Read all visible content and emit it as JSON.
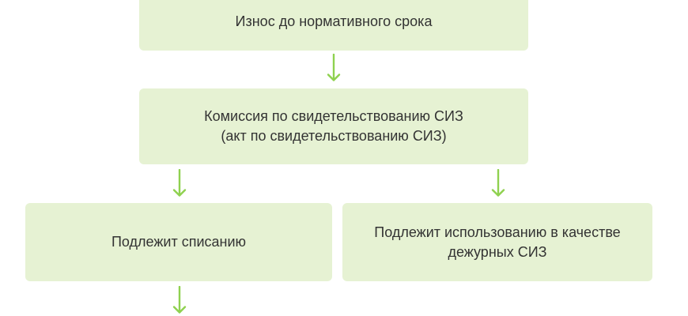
{
  "diagram": {
    "type": "flowchart",
    "language": "ru",
    "colors": {
      "node_fill": "#e6f2d3",
      "arrow": "#8fd14f",
      "text": "#333333",
      "background": "#ffffff"
    },
    "nodes": [
      {
        "id": "wear-before-term",
        "label": "Износ до нормативного срока"
      },
      {
        "id": "commission",
        "label": "Комиссия по свидетельствованию СИЗ\n(акт по свидетельствованию СИЗ)"
      },
      {
        "id": "write-off",
        "label": "Подлежит списанию"
      },
      {
        "id": "duty-use",
        "label": "Подлежит использованию в качестве\nдежурных СИЗ"
      }
    ],
    "edges": [
      {
        "from": "wear-before-term",
        "to": "commission"
      },
      {
        "from": "commission",
        "to": "write-off"
      },
      {
        "from": "commission",
        "to": "duty-use"
      },
      {
        "from": "write-off",
        "to": "(continues below frame)"
      }
    ]
  }
}
